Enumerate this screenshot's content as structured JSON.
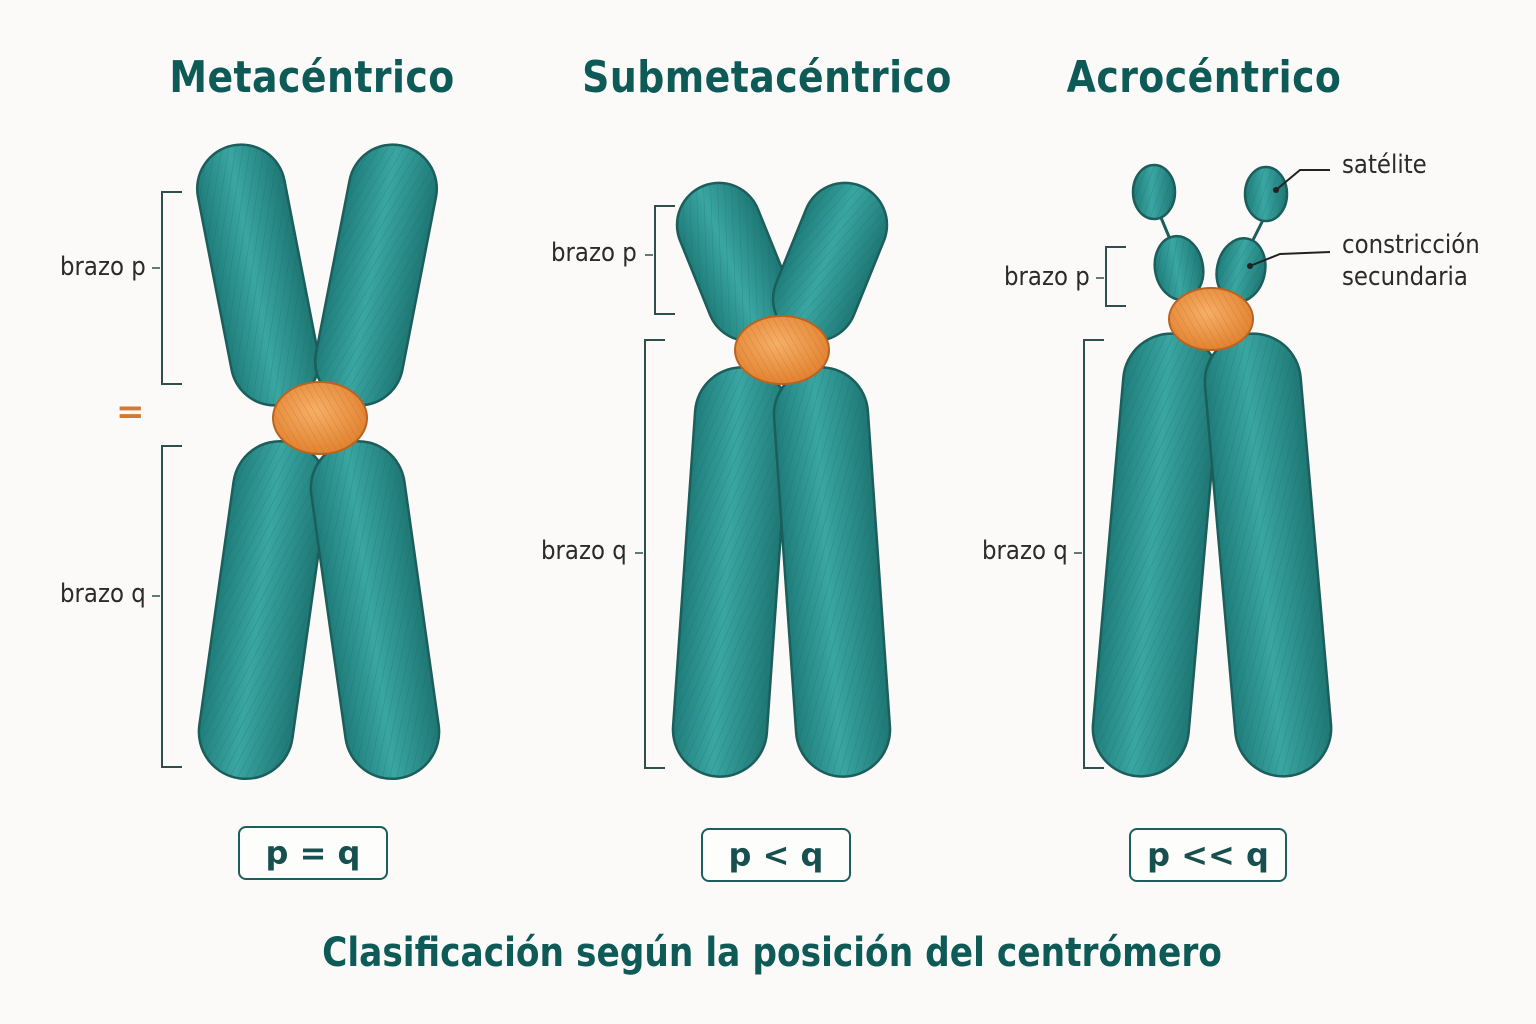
{
  "titles": {
    "metacentric": "Metacéntrico",
    "submetacentric": "Submetacéntrico",
    "acrocentric": "Acrocéntrico"
  },
  "labels": {
    "p_arm": "brazo p",
    "q_arm": "brazo q",
    "satellite": "satélite",
    "secondary_constriction_line1": "constricción",
    "secondary_constriction_line2": "secundaria",
    "equal_sign": "="
  },
  "ratios": {
    "metacentric": "p = q",
    "submetacentric": "p < q",
    "acrocentric": "p << q"
  },
  "caption": "Clasificación según la posición del centrómero",
  "colors": {
    "chromatid": "#2a928f",
    "chromatid_outline": "#1b5e5c",
    "centromere": "#e98a36",
    "centromere_outline": "#b86322",
    "title": "#0d5a57",
    "bracket": "#2e4f4d"
  }
}
